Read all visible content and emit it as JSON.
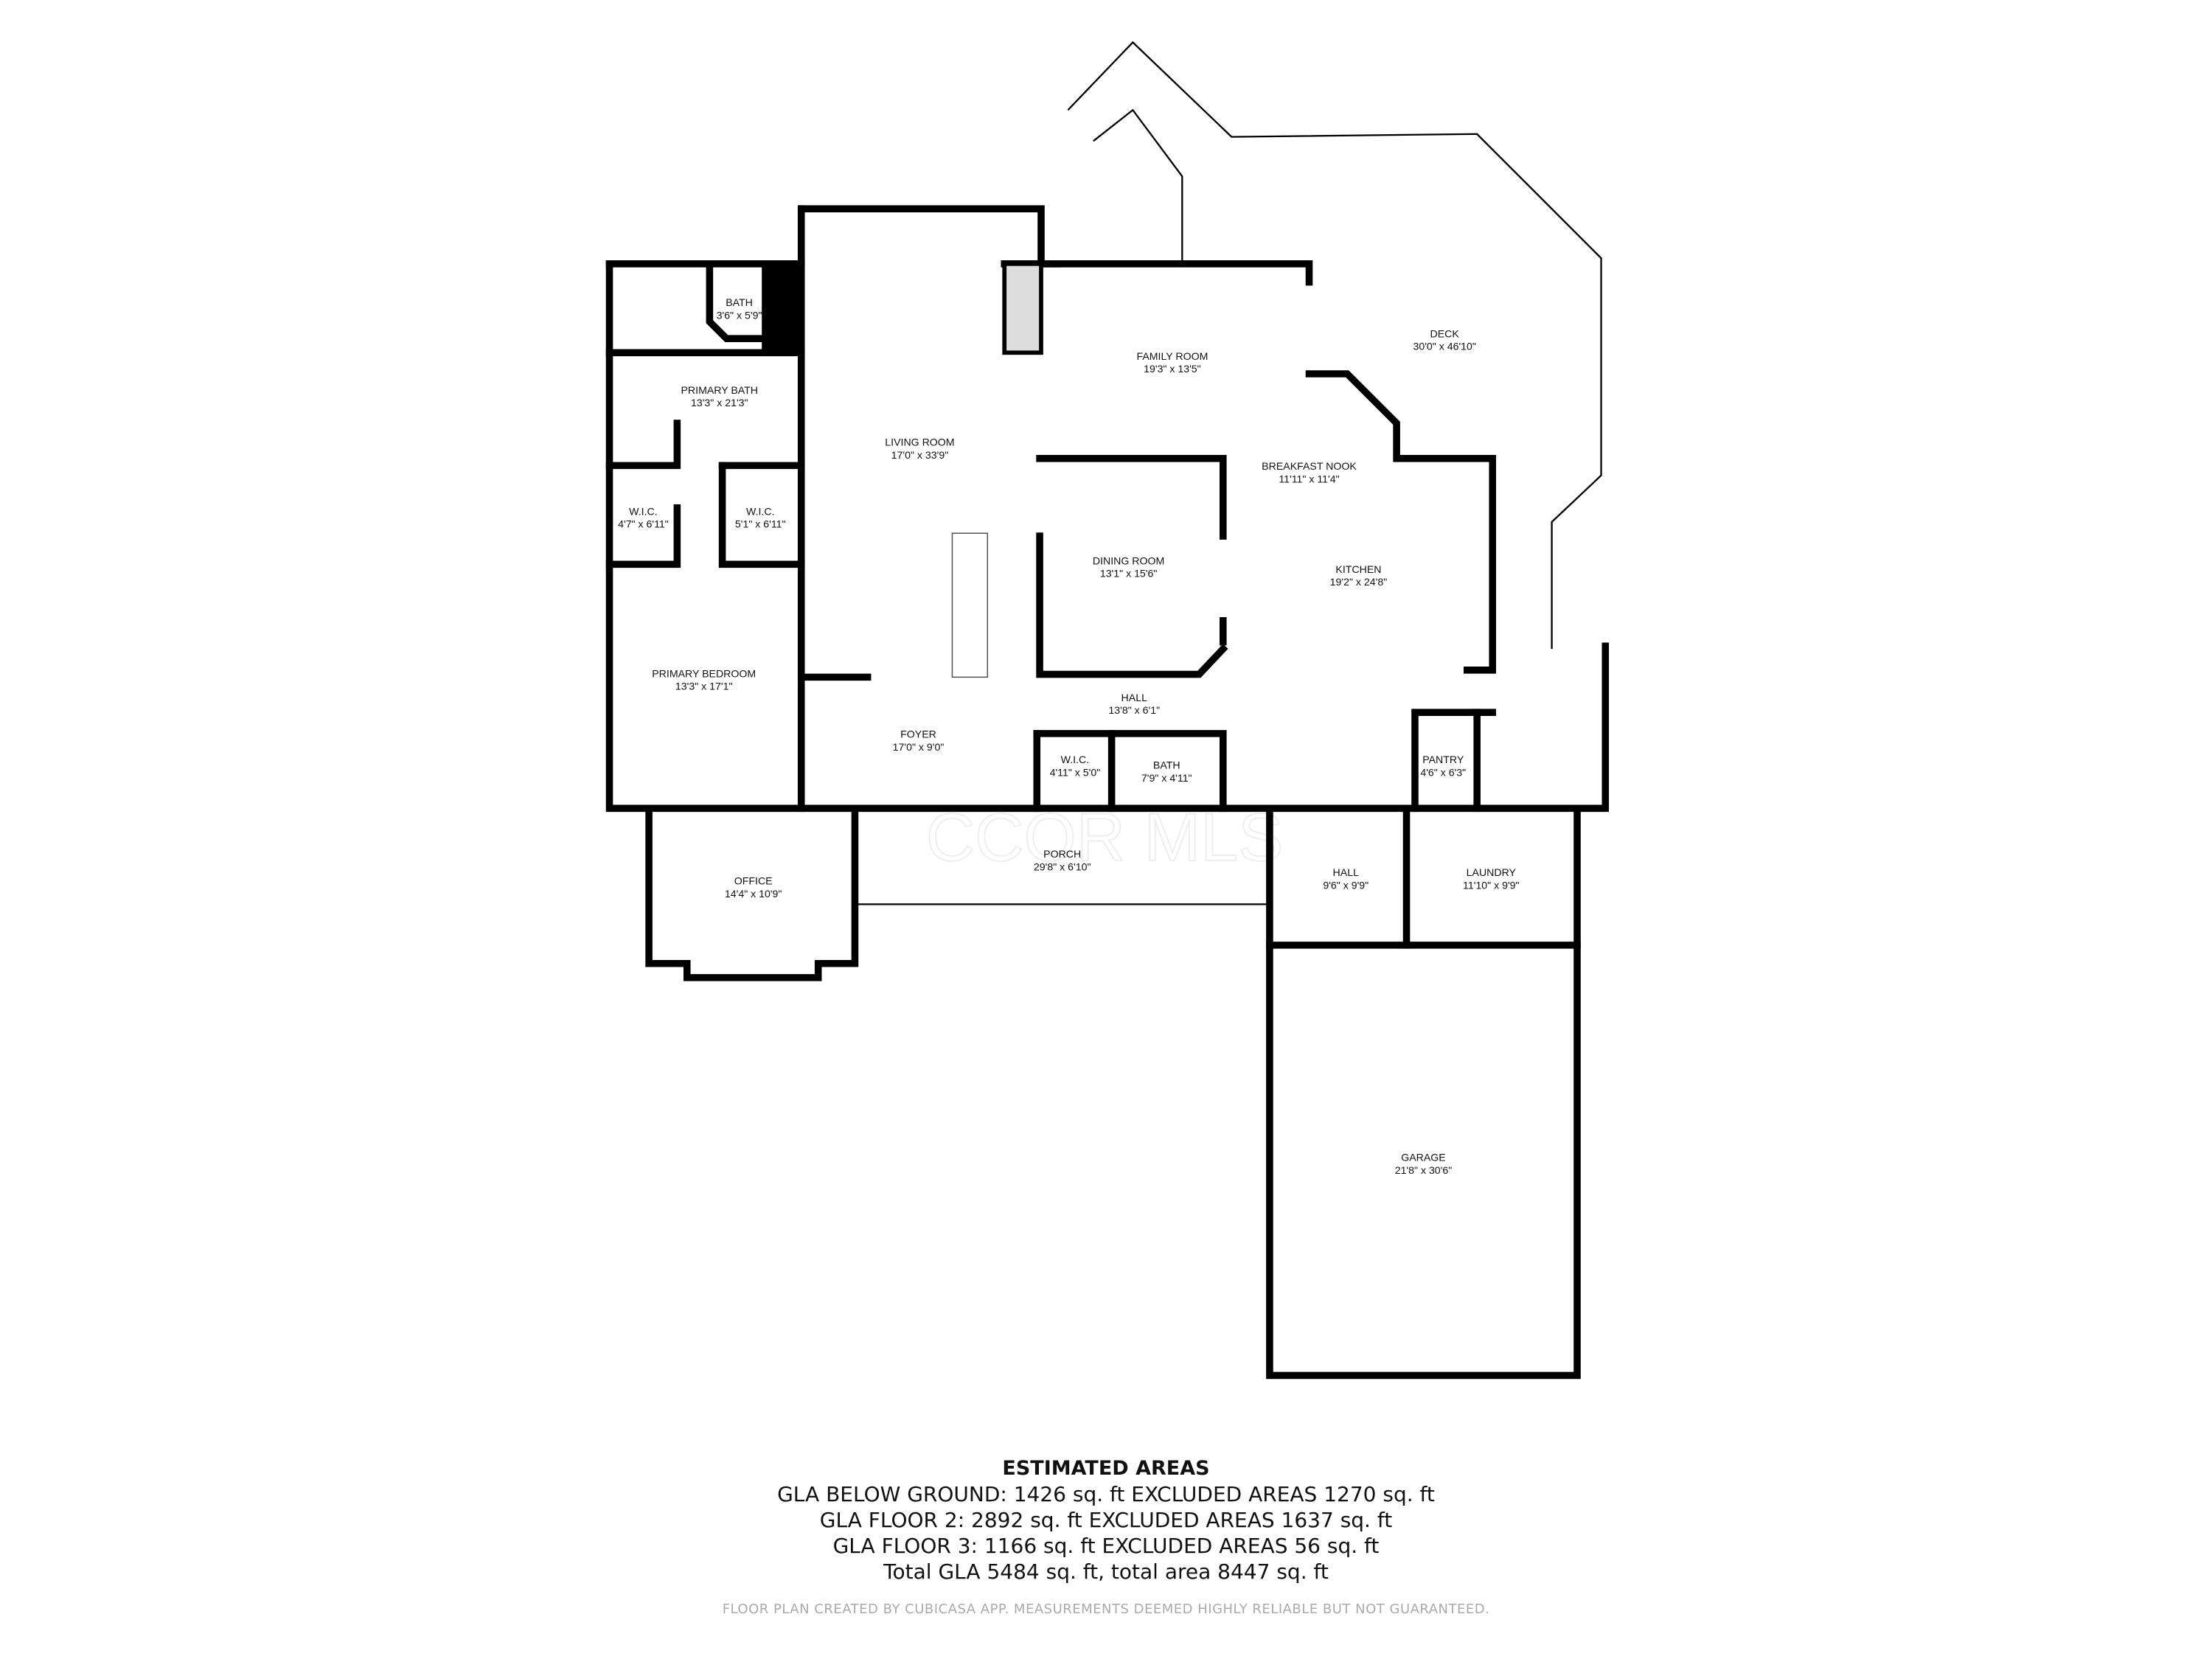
{
  "rooms": [
    {
      "name": "BATH",
      "size": "3'6\" x 5'9\""
    },
    {
      "name": "PRIMARY BATH",
      "size": "13'3\" x 21'3\""
    },
    {
      "name": "W.I.C.",
      "size": "4'7\" x 6'11\""
    },
    {
      "name": "W.I.C.",
      "size": "5'1\" x 6'11\""
    },
    {
      "name": "PRIMARY BEDROOM",
      "size": "13'3\" x 17'1\""
    },
    {
      "name": "LIVING ROOM",
      "size": "17'0\" x 33'9\""
    },
    {
      "name": "FOYER",
      "size": "17'0\" x 9'0\""
    },
    {
      "name": "FAMILY ROOM",
      "size": "19'3\" x 13'5\""
    },
    {
      "name": "DECK",
      "size": "30'0\" x 46'10\""
    },
    {
      "name": "BREAKFAST NOOK",
      "size": "11'11\" x 11'4\""
    },
    {
      "name": "DINING ROOM",
      "size": "13'1\" x 15'6\""
    },
    {
      "name": "KITCHEN",
      "size": "19'2\" x 24'8\""
    },
    {
      "name": "HALL",
      "size": "13'8\" x 6'1\""
    },
    {
      "name": "W.I.C.",
      "size": "4'11\" x 5'0\""
    },
    {
      "name": "BATH",
      "size": "7'9\" x 4'11\""
    },
    {
      "name": "PANTRY",
      "size": "4'6\" x 6'3\""
    },
    {
      "name": "OFFICE",
      "size": "14'4\" x 10'9\""
    },
    {
      "name": "PORCH",
      "size": "29'8\" x 6'10\""
    },
    {
      "name": "HALL",
      "size": "9'6\" x 9'9\""
    },
    {
      "name": "LAUNDRY",
      "size": "11'10\" x 9'9\""
    },
    {
      "name": "GARAGE",
      "size": "21'8\" x 30'6\""
    }
  ],
  "watermark": "CCOR MLS",
  "areas": {
    "title": "ESTIMATED AREAS",
    "lines": [
      "GLA BELOW GROUND: 1426 sq. ft EXCLUDED AREAS 1270 sq. ft",
      "GLA FLOOR 2: 2892 sq. ft EXCLUDED AREAS 1637 sq. ft",
      "GLA FLOOR 3: 1166 sq. ft EXCLUDED AREAS 56 sq. ft",
      "Total GLA 5484 sq. ft, total area 8447 sq. ft"
    ]
  },
  "footer": "FLOOR PLAN CREATED BY CUBICASA APP. MEASUREMENTS DEEMED HIGHLY RELIABLE BUT NOT GUARANTEED."
}
